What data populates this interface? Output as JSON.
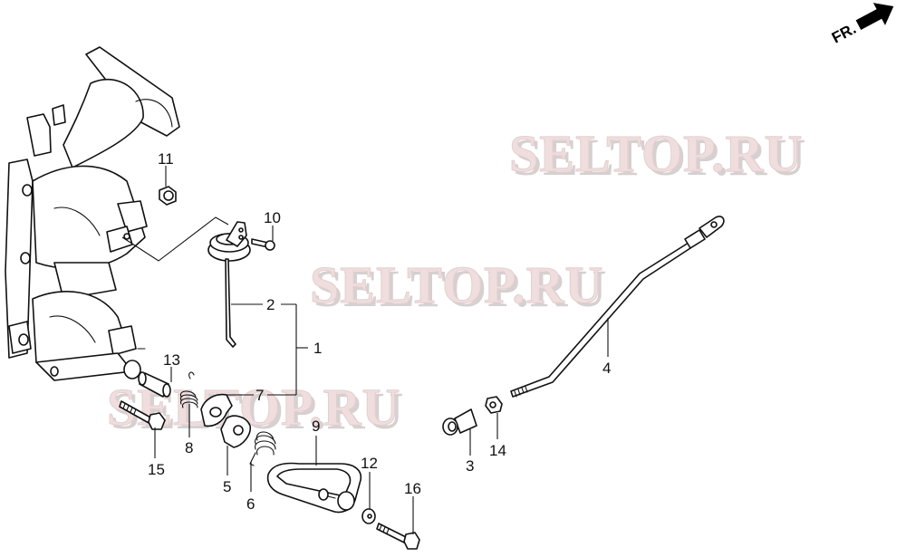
{
  "diagram": {
    "type": "exploded parts diagram",
    "direction_indicator": {
      "label": "FR.",
      "icon": "arrow-icon"
    },
    "watermarks": [
      "SELTOP.RU",
      "SELTOP.RU",
      "SELTOP.RU"
    ],
    "callouts": [
      {
        "id": "1",
        "label": "1"
      },
      {
        "id": "2",
        "label": "2"
      },
      {
        "id": "3",
        "label": "3"
      },
      {
        "id": "4",
        "label": "4"
      },
      {
        "id": "5",
        "label": "5"
      },
      {
        "id": "6",
        "label": "6"
      },
      {
        "id": "7",
        "label": "7"
      },
      {
        "id": "8",
        "label": "8"
      },
      {
        "id": "9",
        "label": "9"
      },
      {
        "id": "10",
        "label": "10"
      },
      {
        "id": "11",
        "label": "11"
      },
      {
        "id": "12",
        "label": "12"
      },
      {
        "id": "13",
        "label": "13"
      },
      {
        "id": "14",
        "label": "14"
      },
      {
        "id": "15",
        "label": "15"
      },
      {
        "id": "16",
        "label": "16"
      }
    ]
  }
}
